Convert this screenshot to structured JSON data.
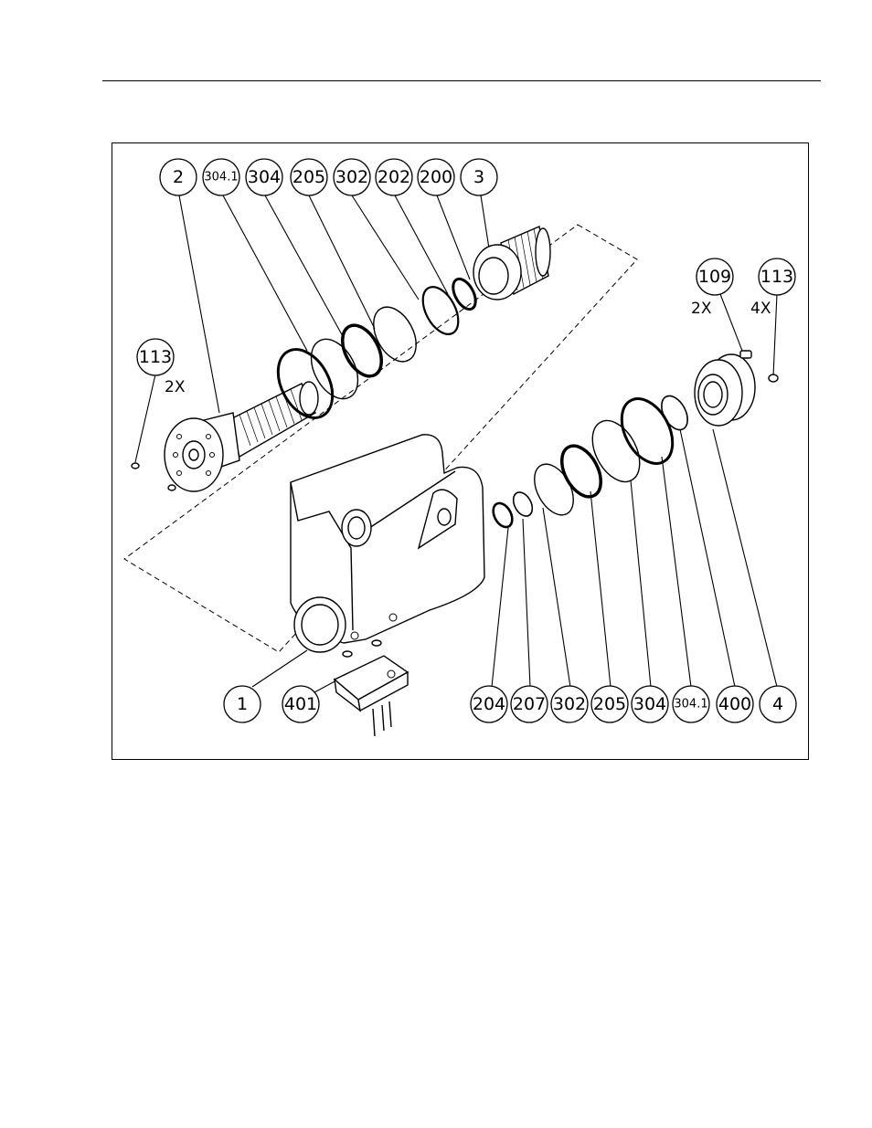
{
  "callouts_top": [
    {
      "id": "2",
      "label": "2"
    },
    {
      "id": "304_1",
      "label": "304.1"
    },
    {
      "id": "304",
      "label": "304"
    },
    {
      "id": "205",
      "label": "205"
    },
    {
      "id": "302",
      "label": "302"
    },
    {
      "id": "202",
      "label": "202"
    },
    {
      "id": "200",
      "label": "200"
    },
    {
      "id": "3",
      "label": "3"
    }
  ],
  "callouts_side": [
    {
      "id": "113_left",
      "label": "113",
      "qty": "2X"
    },
    {
      "id": "109",
      "label": "109",
      "qty": "2X"
    },
    {
      "id": "113_right",
      "label": "113",
      "qty": "4X"
    }
  ],
  "callouts_bottom": [
    {
      "id": "1",
      "label": "1"
    },
    {
      "id": "401",
      "label": "401"
    },
    {
      "id": "204",
      "label": "204"
    },
    {
      "id": "207",
      "label": "207"
    },
    {
      "id": "302b",
      "label": "302"
    },
    {
      "id": "205b",
      "label": "205"
    },
    {
      "id": "304b",
      "label": "304"
    },
    {
      "id": "304_1b",
      "label": "304.1"
    },
    {
      "id": "400",
      "label": "400"
    },
    {
      "id": "4",
      "label": "4"
    }
  ]
}
